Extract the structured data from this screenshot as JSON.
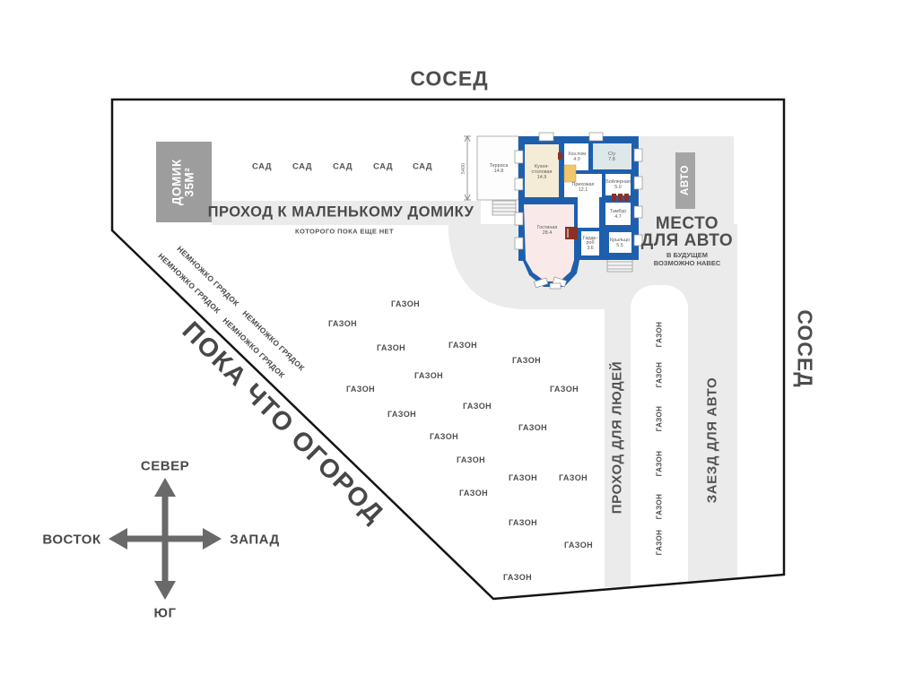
{
  "neighbors": {
    "top": "СОСЕД",
    "right": "СОСЕД"
  },
  "small_house_box": {
    "line1": "ДОМИК",
    "line2": "35М²"
  },
  "sad_label": "САД",
  "sad_count": 5,
  "passage_band": {
    "title": "ПРОХОД К МАЛЕНЬКОМУ ДОМИКУ",
    "subtitle": "КОТОРОГО ПОКА ЕЩЕ НЕТ"
  },
  "garden_beds_label": "НЕМНОЖКО ГРЯДОК",
  "garden_beds_count": 4,
  "vegetable_garden": "ПОКА ЧТО ОГОРОД",
  "lawn": {
    "label": "ГАЗОН",
    "scattered_count": 19,
    "strip_count": 6
  },
  "paths": {
    "people": "ПРОХОД ДЛЯ ЛЮДЕЙ",
    "car_entry": "ЗАЕЗД ДЛЯ АВТО"
  },
  "car_area": {
    "box": "АВТО",
    "title_line1": "МЕСТО",
    "title_line2": "ДЛЯ АВТО",
    "note_line1": "В БУДУЩЕМ",
    "note_line2": "ВОЗМОЖНО НАВЕС"
  },
  "compass": {
    "north": "СЕВЕР",
    "south": "ЮГ",
    "east": "ВОСТОК",
    "west": "ЗАПАД"
  },
  "house": {
    "dimension": "5400",
    "rooms": [
      {
        "lines": [
          "Терраса",
          "14.8"
        ]
      },
      {
        "lines": [
          "Кухня-",
          "столовая",
          "14.9"
        ]
      },
      {
        "lines": [
          "Хоз.пом",
          "4.0"
        ]
      },
      {
        "lines": [
          "С/у",
          "7.8"
        ]
      },
      {
        "lines": [
          "Прихожая",
          "12.1"
        ]
      },
      {
        "lines": [
          "Бойлерная",
          "5.0"
        ]
      },
      {
        "lines": [
          "Тамбур",
          "4.7"
        ]
      },
      {
        "lines": [
          "Гостиная",
          "28.4"
        ]
      },
      {
        "lines": [
          "Гарде-",
          "роб",
          "3.6"
        ]
      },
      {
        "lines": [
          "Крыльцо",
          "5.5"
        ]
      }
    ]
  },
  "colors": {
    "wall_blue": "#1d5fad",
    "path_gray": "#ebebeb",
    "box_gray": "#9d9d9d",
    "label_gray": "#4f4f4f",
    "kitchen_fill": "#f4ecd6",
    "living_fill": "#f9e9e9",
    "bath_fill": "#dde8eb",
    "stairs_orange": "#f2c66a",
    "fireplace_red": "#8a3124",
    "boundary_black": "#141414"
  }
}
